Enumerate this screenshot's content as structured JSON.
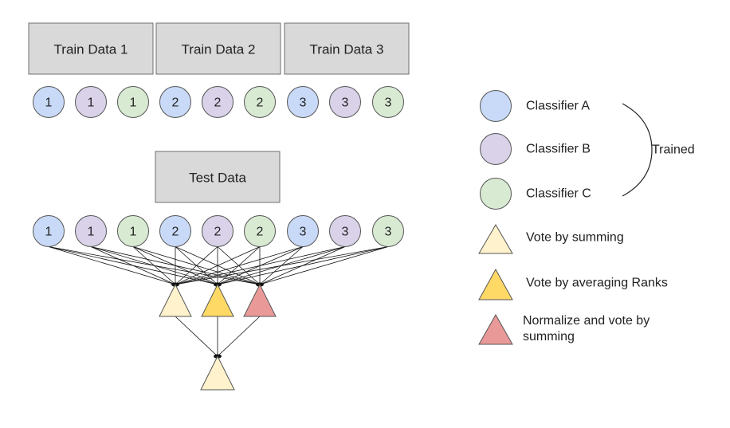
{
  "colors": {
    "box_fill": "#d9d9d9",
    "box_stroke": "#6f6f6f",
    "classifier_a": "#c9daf8",
    "classifier_b": "#d9d2e9",
    "classifier_c": "#d9ead3",
    "vote_summing": "#fff2cc",
    "vote_ranks": "#ffd966",
    "vote_normalize": "#ea9999",
    "node_stroke": "#555555",
    "edge": "#111111"
  },
  "train_boxes": [
    "Train Data 1",
    "Train Data 2",
    "Train Data 3"
  ],
  "test_box": "Test Data",
  "node_sets": [
    {
      "label": "1",
      "classifiers": [
        "classifier_a",
        "classifier_b",
        "classifier_c"
      ]
    },
    {
      "label": "2",
      "classifiers": [
        "classifier_a",
        "classifier_b",
        "classifier_c"
      ]
    },
    {
      "label": "3",
      "classifiers": [
        "classifier_a",
        "classifier_b",
        "classifier_c"
      ]
    }
  ],
  "vote_triangles": [
    "vote_summing",
    "vote_ranks",
    "vote_normalize"
  ],
  "final_triangle": "vote_summing",
  "legend": {
    "classifiers": [
      {
        "icon": "circle-icon",
        "color_key": "classifier_a",
        "label": "Classifier A"
      },
      {
        "icon": "circle-icon",
        "color_key": "classifier_b",
        "label": "Classifier B"
      },
      {
        "icon": "circle-icon",
        "color_key": "classifier_c",
        "label": "Classifier C"
      }
    ],
    "bracket_label": "Trained",
    "votes": [
      {
        "icon": "triangle-icon",
        "color_key": "vote_summing",
        "label": [
          "Vote by summing"
        ]
      },
      {
        "icon": "triangle-icon",
        "color_key": "vote_ranks",
        "label": [
          "Vote by averaging Ranks"
        ]
      },
      {
        "icon": "triangle-icon",
        "color_key": "vote_normalize",
        "label": [
          "Normalize and vote by",
          "summing"
        ]
      }
    ]
  }
}
